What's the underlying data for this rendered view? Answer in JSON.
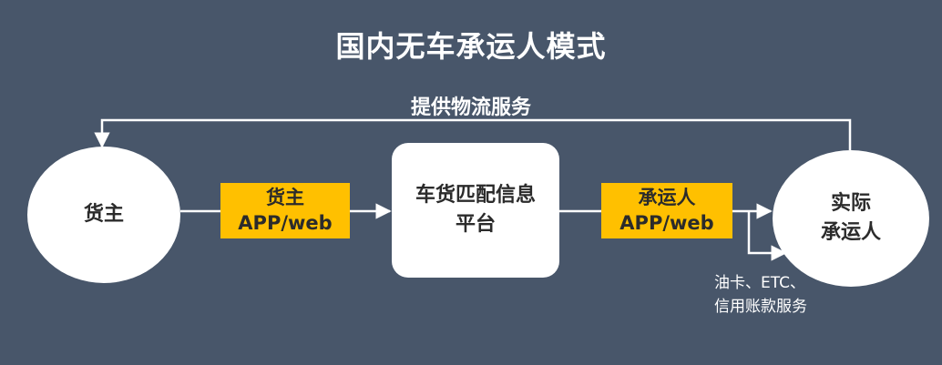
{
  "title": "国内无车承运人模式",
  "top_flow_label": "提供物流服务",
  "nodes": {
    "shipper": {
      "label": "货主"
    },
    "platform": {
      "line1": "车货匹配信息",
      "line2": "平台"
    },
    "carrier": {
      "line1": "实际",
      "line2": "承运人"
    }
  },
  "apps": {
    "shipper_app": {
      "line1": "货主",
      "line2": "APP/web"
    },
    "carrier_app": {
      "line1": "承运人",
      "line2": "APP/web"
    }
  },
  "services_note": {
    "line1": "油卡、ETC、",
    "line2": "信用账款服务"
  },
  "colors": {
    "background": "#48566a",
    "node_fill": "#ffffff",
    "app_fill": "#ffc000",
    "connector": "#ffffff"
  }
}
